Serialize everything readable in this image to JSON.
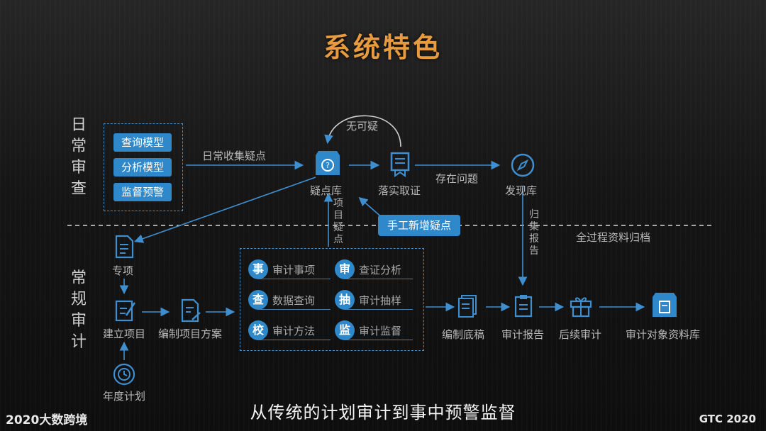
{
  "title": "系统特色",
  "sections": {
    "daily_review": [
      "日",
      "常",
      "审",
      "查"
    ],
    "regular_audit": [
      "常",
      "规",
      "审",
      "计"
    ]
  },
  "models": [
    "查询模型",
    "分析模型",
    "监督预警"
  ],
  "flow": {
    "daily_collect": "日常收集疑点",
    "no_doubt": "无可疑",
    "doubt_library": "疑点库",
    "verify": "落实取证",
    "issue_exists": "存在问题",
    "discovery_library": "发现库",
    "manual_add": "手工新增疑点",
    "project_doubt": [
      "项",
      "目",
      "疑",
      "点"
    ],
    "archive_report": [
      "归",
      "集",
      "报",
      "告"
    ],
    "full_archive": "全过程资料归档",
    "special_item": "专项",
    "create_project": "建立项目",
    "annual_plan": "年度计划",
    "prepare_plan": "编制项目方案",
    "prepare_draft": "编制底稿",
    "audit_report": "审计报告",
    "followup_audit": "后续审计",
    "object_library": "审计对象资料库"
  },
  "audit_items": [
    {
      "badge": "事",
      "label": "审计事项"
    },
    {
      "badge": "审",
      "label": "查证分析"
    },
    {
      "badge": "查",
      "label": "数据查询"
    },
    {
      "badge": "抽",
      "label": "审计抽样"
    },
    {
      "badge": "校",
      "label": "审计方法"
    },
    {
      "badge": "监",
      "label": "审计监督"
    }
  ],
  "caption": "从传统的计划审计到事中预警监督",
  "logo_left": "2020大数跨境",
  "logo_right": "GTC 2020",
  "colors": {
    "accent": "#2f88c9",
    "title": "#e89a3e",
    "arrow": "#3f8fd0"
  }
}
